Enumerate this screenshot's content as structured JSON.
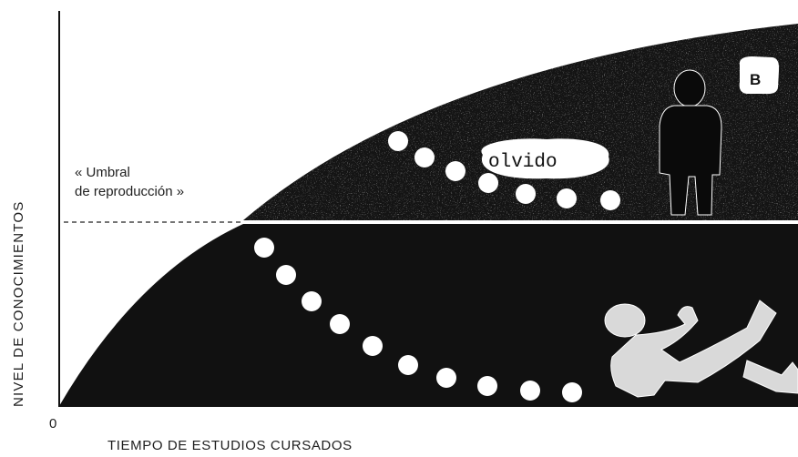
{
  "labels": {
    "y_axis": "NIVEL DE CONOCIMIENTOS",
    "x_axis": "TIEMPO DE ESTUDIOS CURSADOS",
    "origin": "0",
    "threshold_line1": "« Umbral",
    "threshold_line2": "de reproducción »",
    "forgetting": "olvido",
    "region_b": "B"
  },
  "icons": {
    "standing": "standing-person-icon",
    "falling": "falling-person-icon"
  },
  "colors": {
    "curve_fill": "#111111",
    "text": "#1e1e1e",
    "background": "#ffffff"
  }
}
